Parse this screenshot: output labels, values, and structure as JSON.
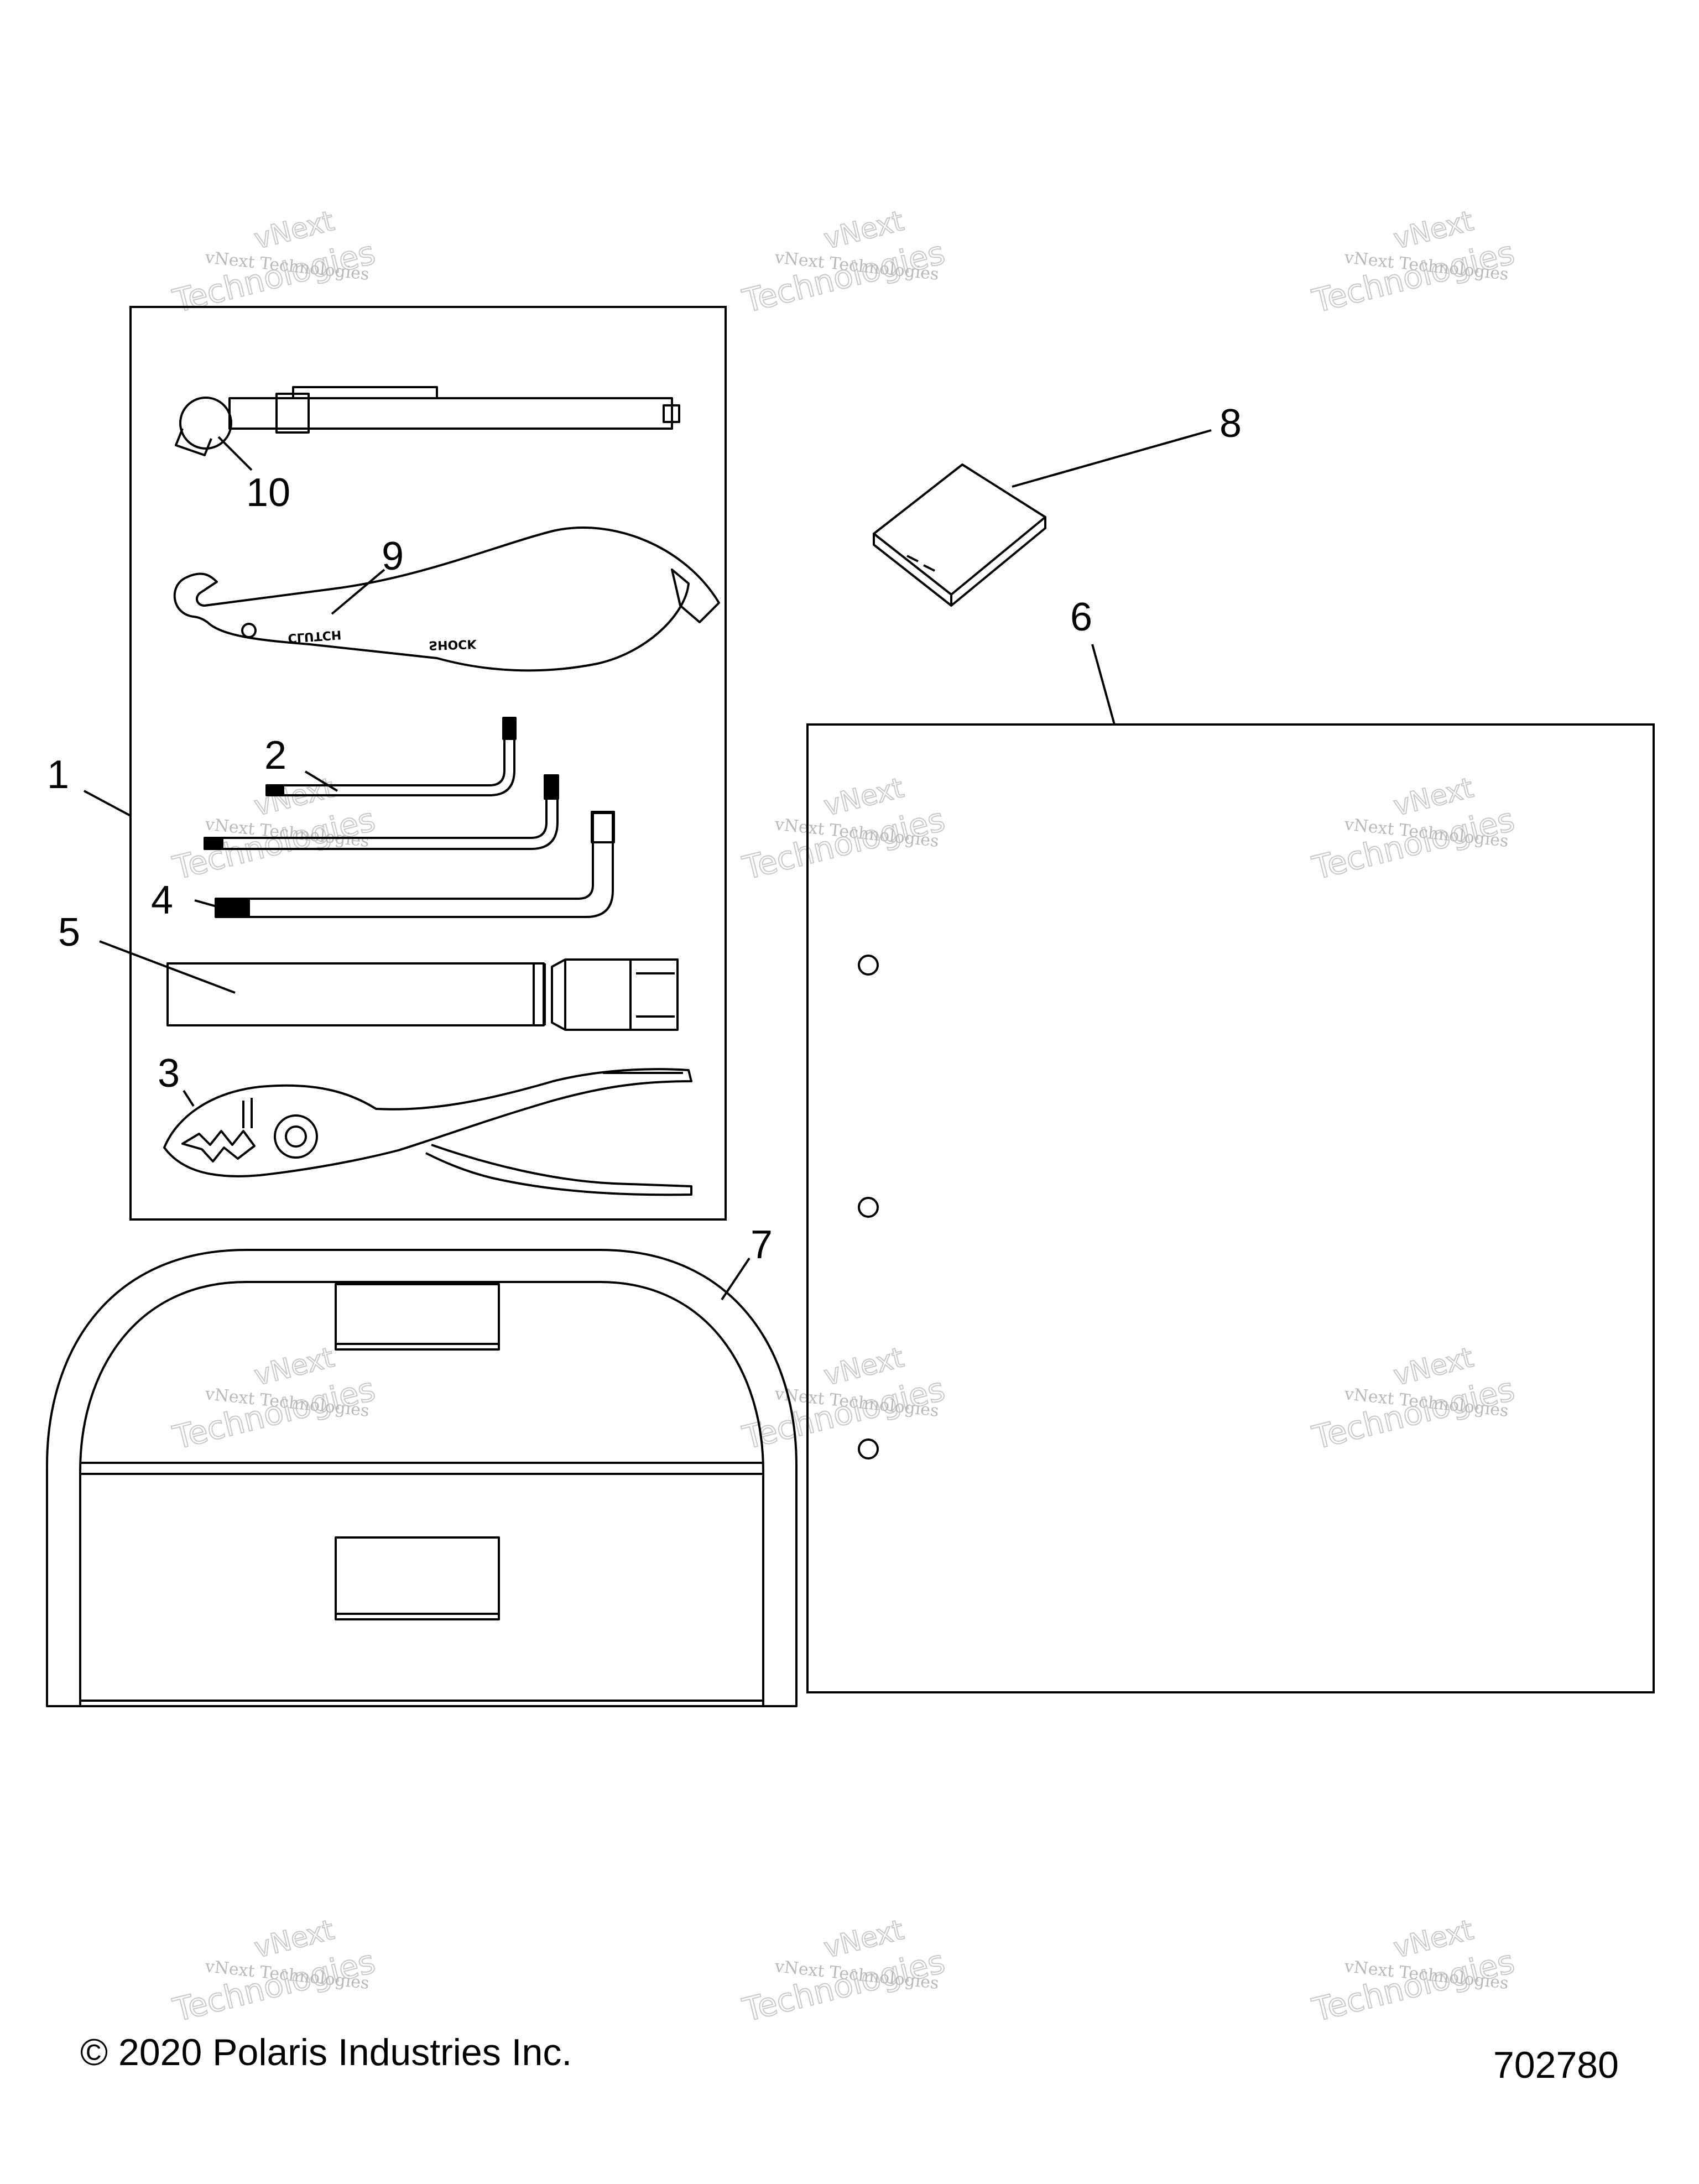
{
  "callouts": [
    {
      "id": "1",
      "label": "1"
    },
    {
      "id": "2",
      "label": "2"
    },
    {
      "id": "3",
      "label": "3"
    },
    {
      "id": "4",
      "label": "4"
    },
    {
      "id": "5",
      "label": "5"
    },
    {
      "id": "6",
      "label": "6"
    },
    {
      "id": "7",
      "label": "7"
    },
    {
      "id": "8",
      "label": "8"
    },
    {
      "id": "9",
      "label": "9"
    },
    {
      "id": "10",
      "label": "10"
    }
  ],
  "tool_text": {
    "clutch": "CLUTCH",
    "shock": "SHOCK"
  },
  "watermark": {
    "line1": "vNext Technologies",
    "line2": "vNext",
    "line3": "Technologies"
  },
  "footer": {
    "copyright": "© 2020 Polaris Industries Inc.",
    "doc_number": "702780"
  }
}
